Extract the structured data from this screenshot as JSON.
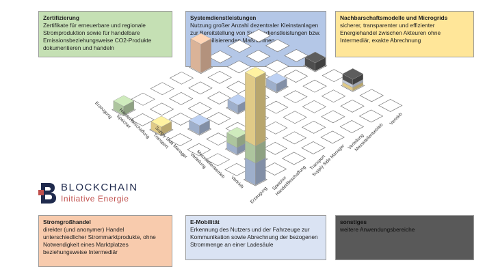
{
  "boxes": {
    "zertifizierung": {
      "title": "Zertifizierung",
      "text": "Zertifikate für erneuerbare und regionale Stromproduktion  sowie für handelbare Emissionsbeziehungsweise CO2-Produkte dokumentieren und handeln"
    },
    "systemdienstleistungen": {
      "title": "Systemdienstleistungen",
      "text": "Nutzung großer Anzahl dezentraler Kleinstanlagen zur Bereitstellung von Systemdienstleistungen bzw. netzstabilisierenden Maßnahmen"
    },
    "nachbarschaft": {
      "title": "Nachbarschaftsmodelle und Microgrids",
      "text": "sicherer, transparenter und effizienter Energiehandel zwischen Akteuren ohne Intermediär, exakte Abrechnung"
    },
    "stromgrosshandel": {
      "title": "Stromgroßhandel",
      "text": "direkter (und anonymer) Handel unterschiedlicher Strommarktprodukte, ohne Notwendigkeit eines Marktplatzes beziehungsweise Intermediär"
    },
    "emobilitaet": {
      "title": "E-Mobilität",
      "text": "Erkennung des Nutzers und der Fahrzeuge zur Kommunikation sowie Abrechnung der bezogenen Strommenge an einer Ladesäule"
    },
    "sonstiges": {
      "title": "sonstiges",
      "text": "weitere Anwendungsbereiche"
    }
  },
  "axis_left": [
    "Erzeugung",
    "Speicher",
    "Handel/Beschaffung",
    "Transport",
    "Supply Side Manager",
    "Verteilung",
    "Messstellenbetrieb",
    "Vertrieb"
  ],
  "axis_right": [
    "Erzeugung",
    "Speicher",
    "Handel/Beschaffung",
    "Transport",
    "Supply Side Manager",
    "Verteilung",
    "Messstellenbetrieb",
    "Vertrieb"
  ],
  "logo": {
    "word1": "BLOCKCHAIN",
    "word2": "Initiative Energie"
  },
  "colors": {
    "zertifizierung": "#c5e0b4",
    "systemdienstleistungen": "#b4c7e7",
    "nachbarschaft": "#ffe699",
    "stromgrosshandel": "#f8cbad",
    "emobilitaet": "#dae3f3",
    "sonstiges": "#595959",
    "logo_dark": "#1f2a4d",
    "logo_accent": "#c0504d"
  }
}
